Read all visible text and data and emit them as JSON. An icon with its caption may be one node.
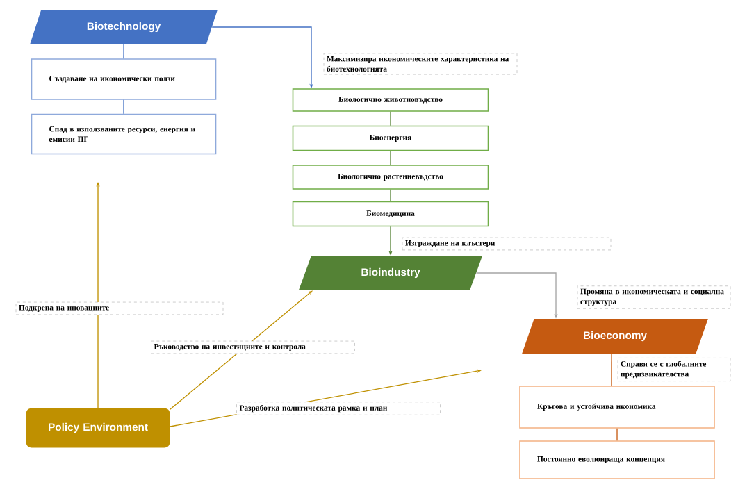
{
  "diagram": {
    "nodes": [
      {
        "text": [
          "Biotechnology"
        ]
      },
      {
        "text": [
          "Създаване на икономически ползи"
        ]
      },
      {
        "text": [
          "Спад в използваните ресурси, енергия и емисии ПГ"
        ]
      },
      {
        "text": [
          "Биологично животновъдство"
        ]
      },
      {
        "text": [
          "Биоенергия"
        ]
      },
      {
        "text": [
          "Биологично растениевъдство"
        ]
      },
      {
        "text": [
          "Биомедицина"
        ]
      },
      {
        "text": [
          "Bioindustry"
        ]
      },
      {
        "text": [
          "Bioeconomy"
        ]
      },
      {
        "text": [
          "Кръгова и устойчива икономика"
        ]
      },
      {
        "text": [
          "Постоянно еволюираща концепция"
        ]
      },
      {
        "text": [
          "Policy Environment"
        ]
      }
    ],
    "edges": [
      {
        "from": 0,
        "to": 1,
        "arrow": "none",
        "color": "#4472c4"
      },
      {
        "from": 1,
        "to": 2,
        "arrow": "none",
        "color": "#4472c4"
      },
      {
        "from": 0,
        "to": 3,
        "arrow": "to",
        "color": "#4472c4",
        "label": "Максимизира икономическите характеристика на биотехнологията"
      },
      {
        "from": 3,
        "to": 4,
        "arrow": "none",
        "color": "#548235"
      },
      {
        "from": 4,
        "to": 5,
        "arrow": "none",
        "color": "#548235"
      },
      {
        "from": 5,
        "to": 6,
        "arrow": "none",
        "color": "#548235"
      },
      {
        "from": 6,
        "to": 7,
        "arrow": "to",
        "color": "#548235",
        "label": "Изграждане на клъстери"
      },
      {
        "from": 7,
        "to": 8,
        "arrow": "to",
        "color": "#a5a5a5",
        "label": "Промяна в икономическата и социална структура"
      },
      {
        "from": 8,
        "to": 9,
        "arrow": "none",
        "color": "#c55a11",
        "label": "Справя се с глобалните предизвикателства"
      },
      {
        "from": 9,
        "to": 10,
        "arrow": "none",
        "color": "#c55a11"
      },
      {
        "from": 11,
        "to": null,
        "arrow": "to",
        "color": "#bf9000",
        "label": "Подкрепа на иновациите"
      },
      {
        "from": 11,
        "to": 7,
        "arrow": "to",
        "color": "#bf9000",
        "label": "Ръководство на инвестициите и контрола"
      },
      {
        "from": 11,
        "to": null,
        "arrow": "to",
        "color": "#bf9000",
        "label": "Разработка политическата рамка и план"
      }
    ]
  }
}
